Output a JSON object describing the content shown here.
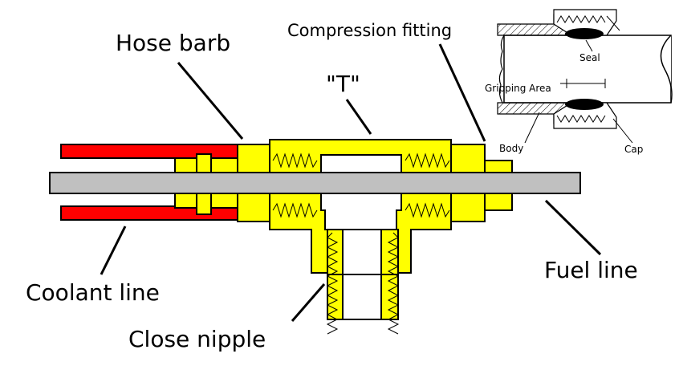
{
  "labels": {
    "hose_barb": "Hose barb",
    "tee": "\"T\"",
    "compression_fitting": "Compression fitting",
    "coolant_line": "Coolant line",
    "fuel_line": "Fuel line",
    "close_nipple": "Close nipple"
  },
  "inset_labels": {
    "seal": "Seal",
    "gripping_area": "Gripping Area",
    "body": "Body",
    "cap": "Cap"
  },
  "colors": {
    "fitting_yellow": "#ffff00",
    "coolant_red": "#ff0000",
    "fuel_line_gray": "#c0c0c0",
    "seal_black": "#000000"
  }
}
